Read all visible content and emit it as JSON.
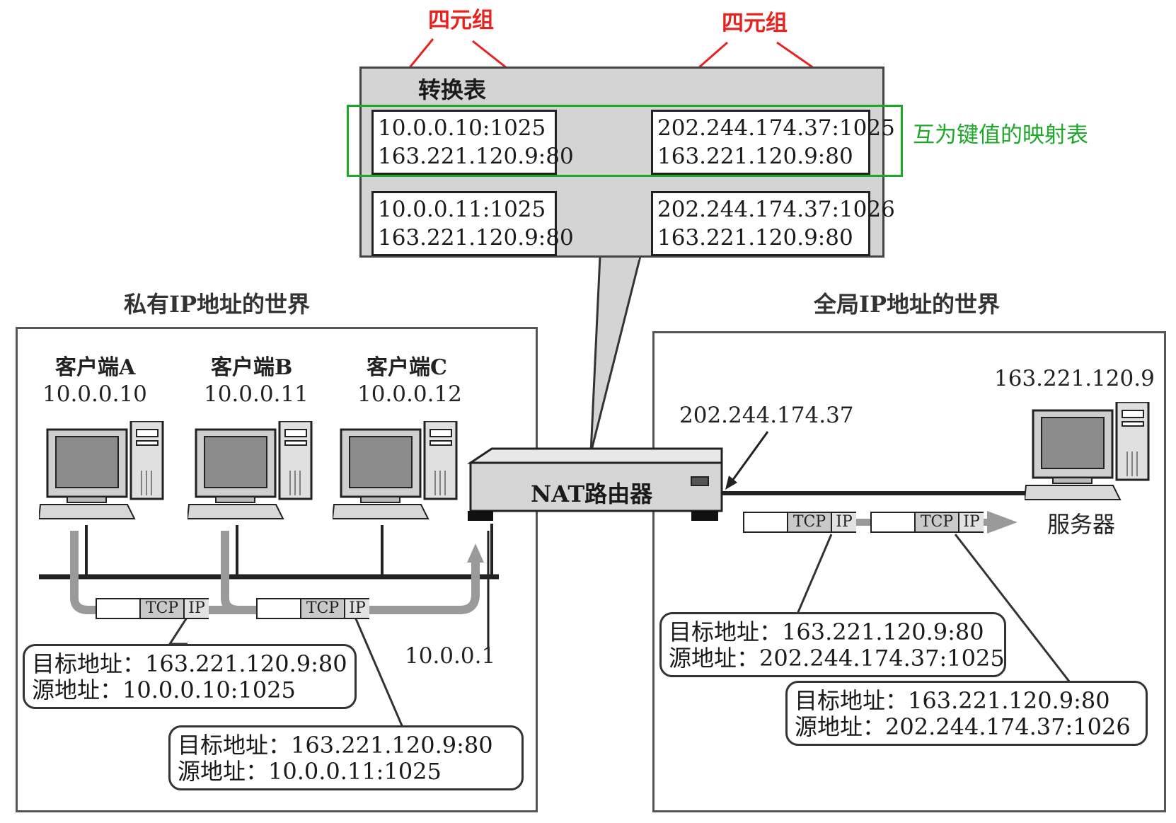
{
  "quad_label_left": "四元组",
  "quad_label_right": "四元组",
  "table": {
    "title": "转换表",
    "rows": [
      {
        "private": [
          "10.0.0.10:1025",
          "163.221.120.9:80"
        ],
        "global": [
          "202.244.174.37:1025",
          "163.221.120.9:80"
        ]
      },
      {
        "private": [
          "10.0.0.11:1025",
          "163.221.120.9:80"
        ],
        "global": [
          "202.244.174.37:1026",
          "163.221.120.9:80"
        ]
      }
    ]
  },
  "mapping_note": "互为键值的映射表",
  "private_world": {
    "title": "私有IP地址的世界",
    "clients": [
      {
        "name": "客户端A",
        "ip": "10.0.0.10"
      },
      {
        "name": "客户端B",
        "ip": "10.0.0.11"
      },
      {
        "name": "客户端C",
        "ip": "10.0.0.12"
      }
    ],
    "gateway_ip": "10.0.0.1",
    "bubbles": [
      {
        "dest": "目标地址：163.221.120.9:80",
        "src": "源地址：10.0.0.10:1025"
      },
      {
        "dest": "目标地址：163.221.120.9:80",
        "src": "源地址：10.0.0.11:1025"
      }
    ]
  },
  "global_world": {
    "title": "全局IP地址的世界",
    "router_ip": "202.244.174.37",
    "server_ip": "163.221.120.9",
    "server_label": "服务器",
    "bubbles": [
      {
        "dest": "目标地址：163.221.120.9:80",
        "src": "源地址：202.244.174.37:1025"
      },
      {
        "dest": "目标地址：163.221.120.9:80",
        "src": "源地址：202.244.174.37:1026"
      }
    ]
  },
  "router_label": "NAT路由器",
  "packet": {
    "tcp": "TCP",
    "ip": "IP"
  },
  "colors": {
    "annotation_red": "#e8221f",
    "highlight_green": "#1ea82a",
    "panel_gray": "#d4d4d4"
  }
}
